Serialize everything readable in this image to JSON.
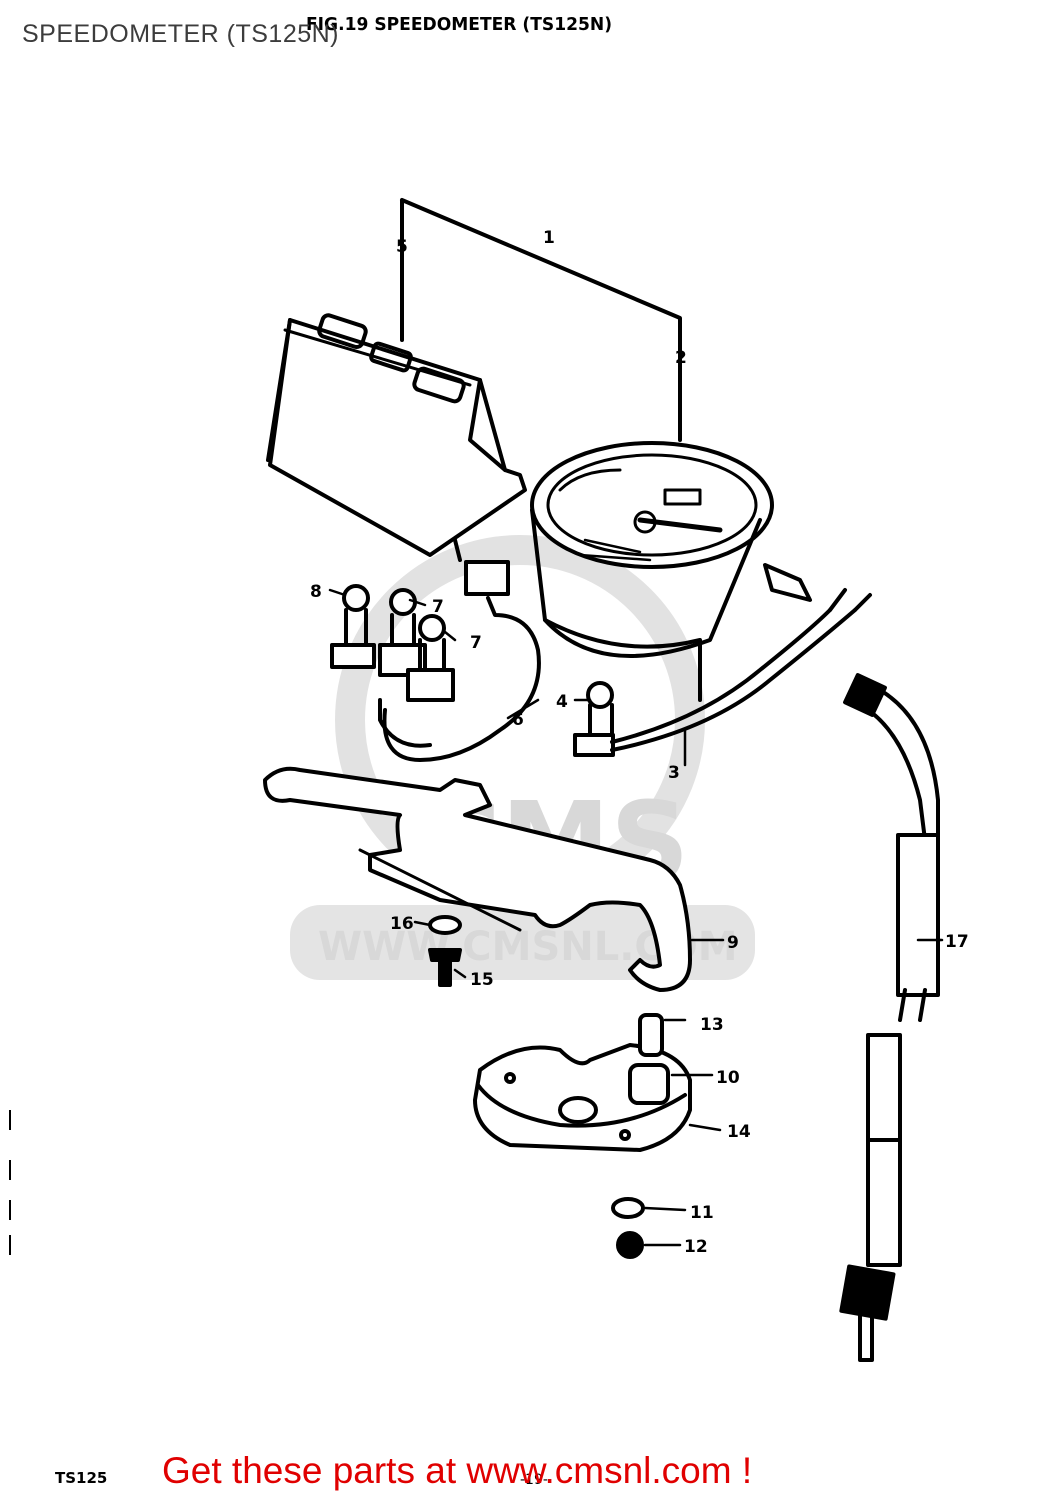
{
  "page_title": "SPEEDOMETER (TS125N)",
  "figure_title": "FIG.19  SPEEDOMETER (TS125N)",
  "footer": {
    "model": "TS125",
    "page": "-19-",
    "cta": "Get these parts at www.cmsnl.com !"
  },
  "watermark": {
    "logo": "CMS",
    "url": "WWW.CMSNL.COM"
  },
  "callouts": [
    "1",
    "2",
    "3",
    "4",
    "5",
    "6",
    "7",
    "7",
    "8",
    "9",
    "10",
    "11",
    "12",
    "13",
    "14",
    "15",
    "16",
    "17"
  ],
  "colors": {
    "line": "#000000",
    "cta": "#e00000",
    "watermark": "#d8d8d8"
  }
}
